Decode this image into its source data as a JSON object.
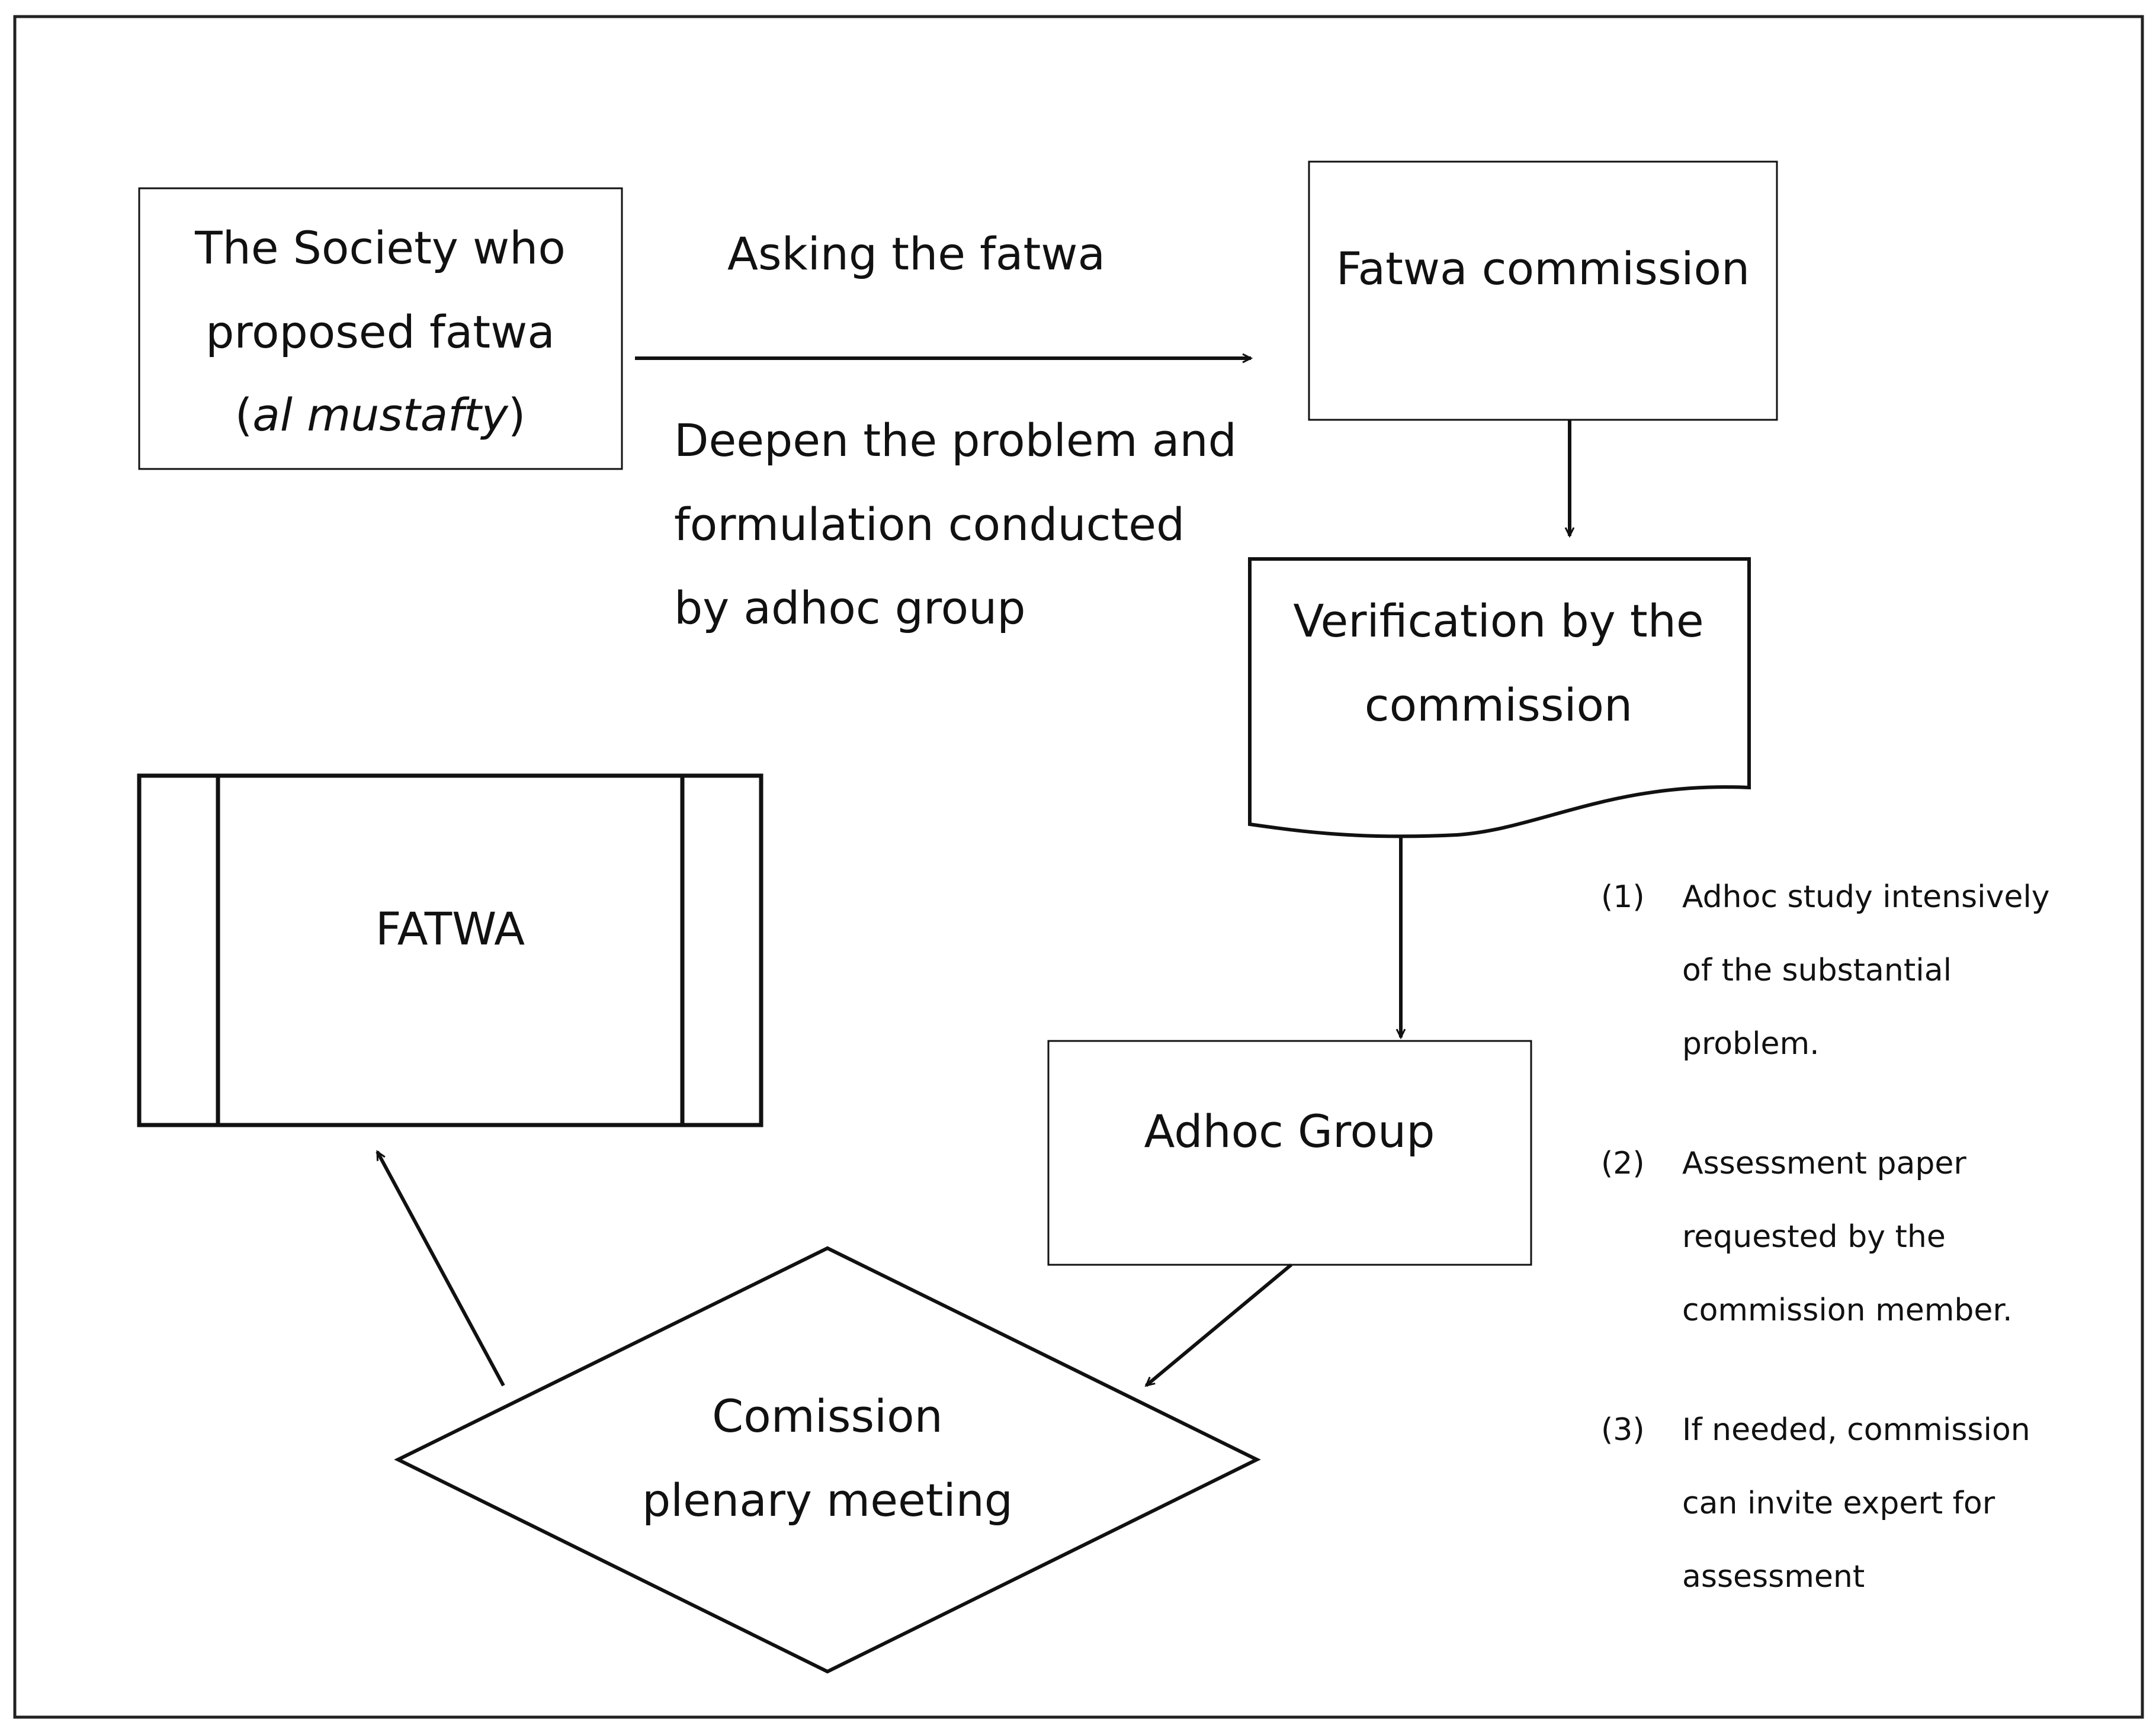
{
  "society_box": {
    "line1": "The Society who",
    "line2": "proposed fatwa",
    "line3_open": "(",
    "line3_italic": "al mustafty",
    "line3_close": ")"
  },
  "arrow_labels": {
    "above": "Asking the fatwa",
    "below_line1": "Deepen the problem and",
    "below_line2": "formulation conducted",
    "below_line3": "by adhoc group"
  },
  "commission_box": {
    "label": "Fatwa commission"
  },
  "verification_doc": {
    "line1": "Verification by the",
    "line2": "commission"
  },
  "adhoc_box": {
    "label": "Adhoc Group"
  },
  "plenary_diamond": {
    "line1": "Comission",
    "line2": "plenary meeting"
  },
  "fatwa_box": {
    "label": "FATWA"
  },
  "notes": [
    {
      "num": "(1)",
      "lines": [
        "Adhoc study intensively",
        "of the substantial",
        "problem."
      ]
    },
    {
      "num": "(2)",
      "lines": [
        "Assessment paper",
        "requested by the",
        "commission member."
      ]
    },
    {
      "num": "(3)",
      "lines": [
        "If needed, commission",
        "can invite expert for",
        "assessment"
      ]
    }
  ]
}
